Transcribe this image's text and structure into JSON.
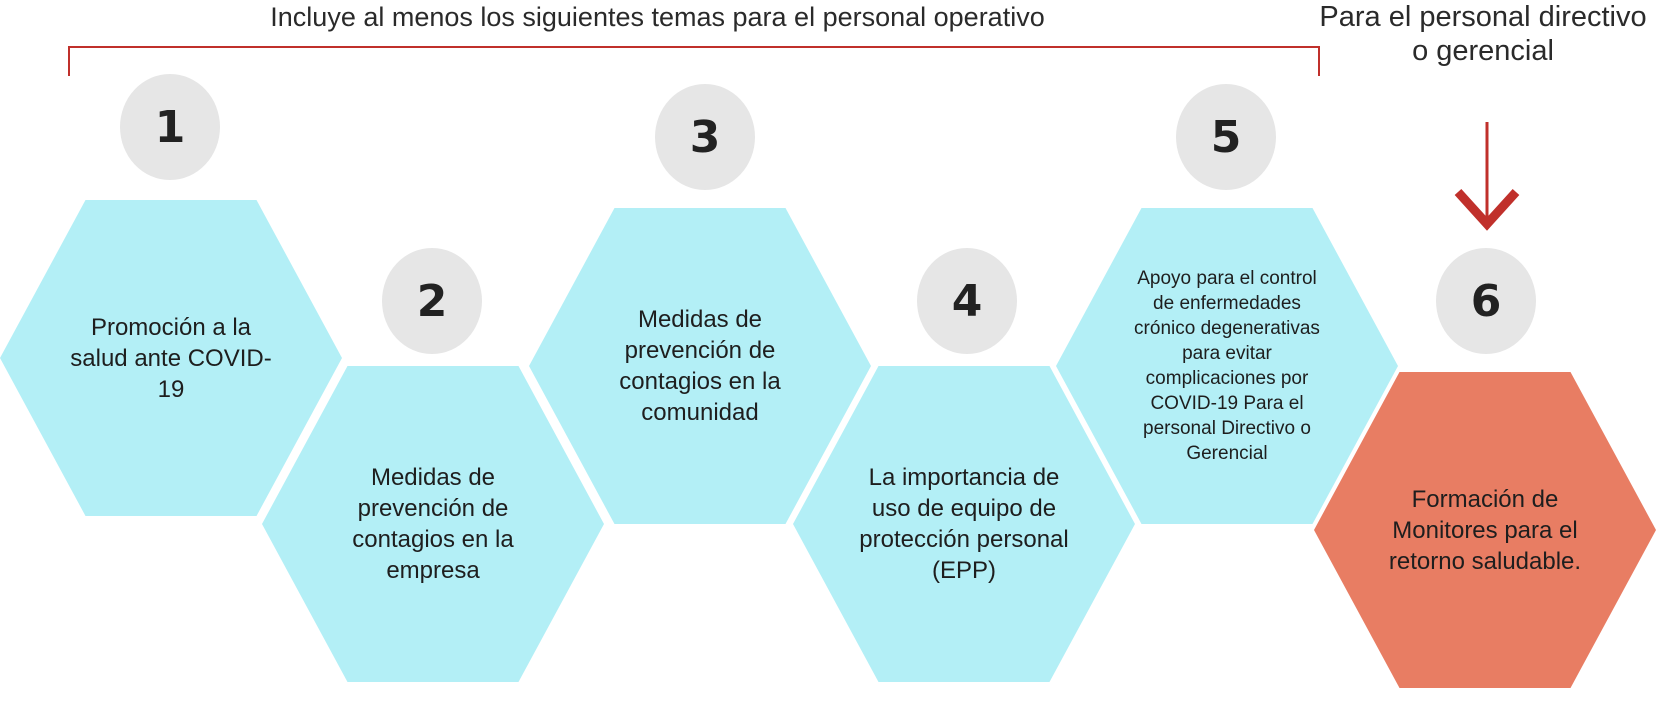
{
  "header": {
    "title": "Incluye al menos los siguientes temas para el personal operativo",
    "side_title": "Para el personal directivo o gerencial"
  },
  "colors": {
    "bracket": "#c0302b",
    "hex_blue": "#b3eff6",
    "hex_orange": "#e87d63",
    "circle_gray": "#e6e6e6"
  },
  "steps": [
    {
      "number": "1",
      "text": "Promoción a la salud ante COVID-19"
    },
    {
      "number": "2",
      "text": "Medidas de prevención de contagios en la empresa"
    },
    {
      "number": "3",
      "text": "Medidas de prevención de contagios en la comunidad"
    },
    {
      "number": "4",
      "text": "La importancia de uso de equipo de protección personal (EPP)"
    },
    {
      "number": "5",
      "text": "Apoyo para el control de enfermedades crónico degenerativas para evitar complicaciones por COVID-19 Para el personal Directivo o Gerencial"
    },
    {
      "number": "6",
      "text": "Formación de Monitores para el retorno saludable."
    }
  ]
}
